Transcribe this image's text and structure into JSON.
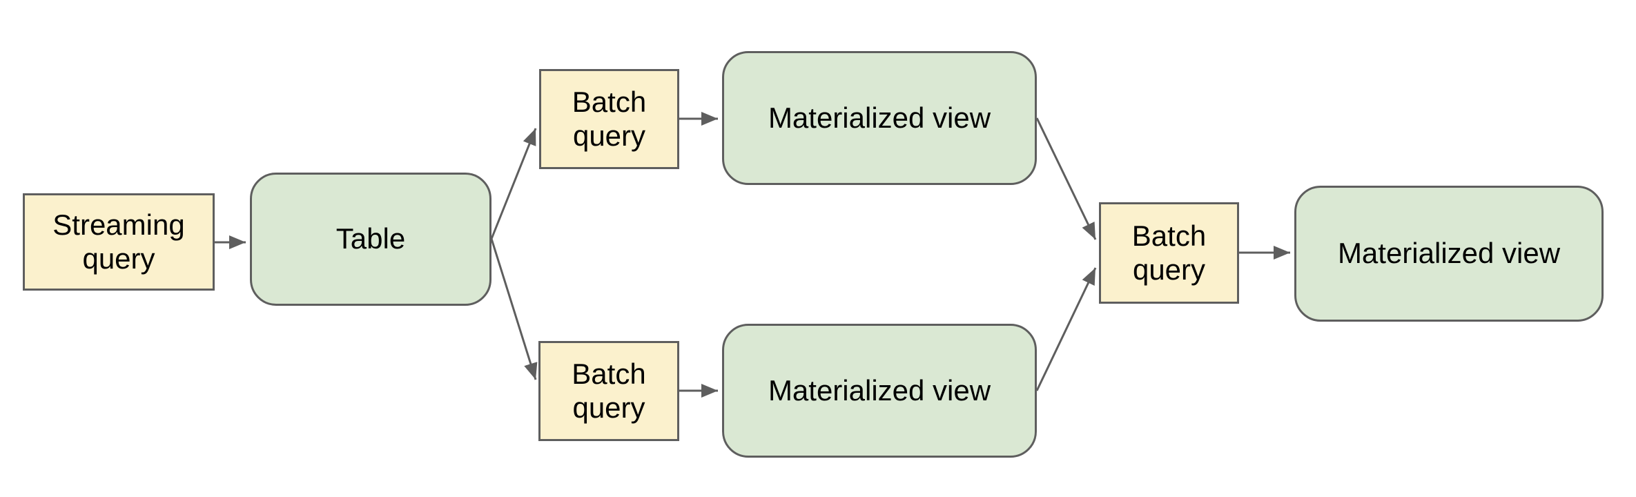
{
  "diagram": {
    "title": "streaming-to-materialized-view-pipeline",
    "nodes": [
      {
        "id": "streaming-query",
        "label": "Streaming query",
        "kind": "query",
        "fill": "#fbf1cd"
      },
      {
        "id": "table",
        "label": "Table",
        "kind": "data",
        "fill": "#dae8d3"
      },
      {
        "id": "batch-query-top",
        "label": "Batch query",
        "kind": "query",
        "fill": "#fbf1cd"
      },
      {
        "id": "materialized-view-top",
        "label": "Materialized view",
        "kind": "data",
        "fill": "#dae8d3"
      },
      {
        "id": "batch-query-bottom",
        "label": "Batch query",
        "kind": "query",
        "fill": "#fbf1cd"
      },
      {
        "id": "materialized-view-bottom",
        "label": "Materialized view",
        "kind": "data",
        "fill": "#dae8d3"
      },
      {
        "id": "batch-query-right",
        "label": "Batch query",
        "kind": "query",
        "fill": "#fbf1cd"
      },
      {
        "id": "materialized-view-right",
        "label": "Materialized view",
        "kind": "data",
        "fill": "#dae8d3"
      }
    ],
    "edges": [
      {
        "from": "streaming-query",
        "to": "table"
      },
      {
        "from": "table",
        "to": "batch-query-top"
      },
      {
        "from": "table",
        "to": "batch-query-bottom"
      },
      {
        "from": "batch-query-top",
        "to": "materialized-view-top"
      },
      {
        "from": "batch-query-bottom",
        "to": "materialized-view-bottom"
      },
      {
        "from": "materialized-view-top",
        "to": "batch-query-right"
      },
      {
        "from": "materialized-view-bottom",
        "to": "batch-query-right"
      },
      {
        "from": "batch-query-right",
        "to": "materialized-view-right"
      }
    ],
    "colors": {
      "query_fill": "#fbf1cd",
      "data_fill": "#dae8d3",
      "border": "#5e5e5e",
      "arrow": "#5e5e5e",
      "text": "#000000",
      "background": "#ffffff"
    }
  }
}
